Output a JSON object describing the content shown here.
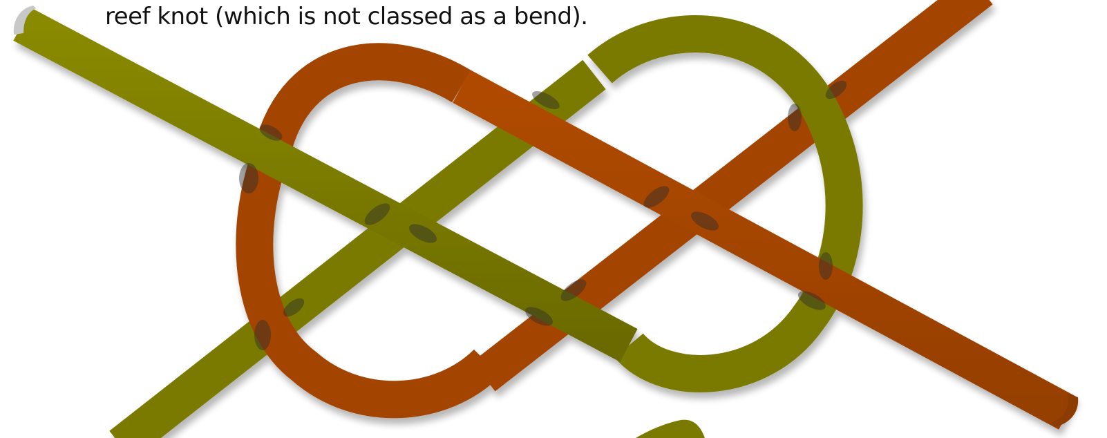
{
  "caption": "reef knot (which is not classed as a bend).",
  "colors": {
    "background": "#ffffff",
    "olive_rope": "#7a7a00",
    "orange_rope": "#a34500",
    "crossing_shadow": "#3a3a3a"
  },
  "rope_names": [
    "olive-rope",
    "orange-rope"
  ]
}
